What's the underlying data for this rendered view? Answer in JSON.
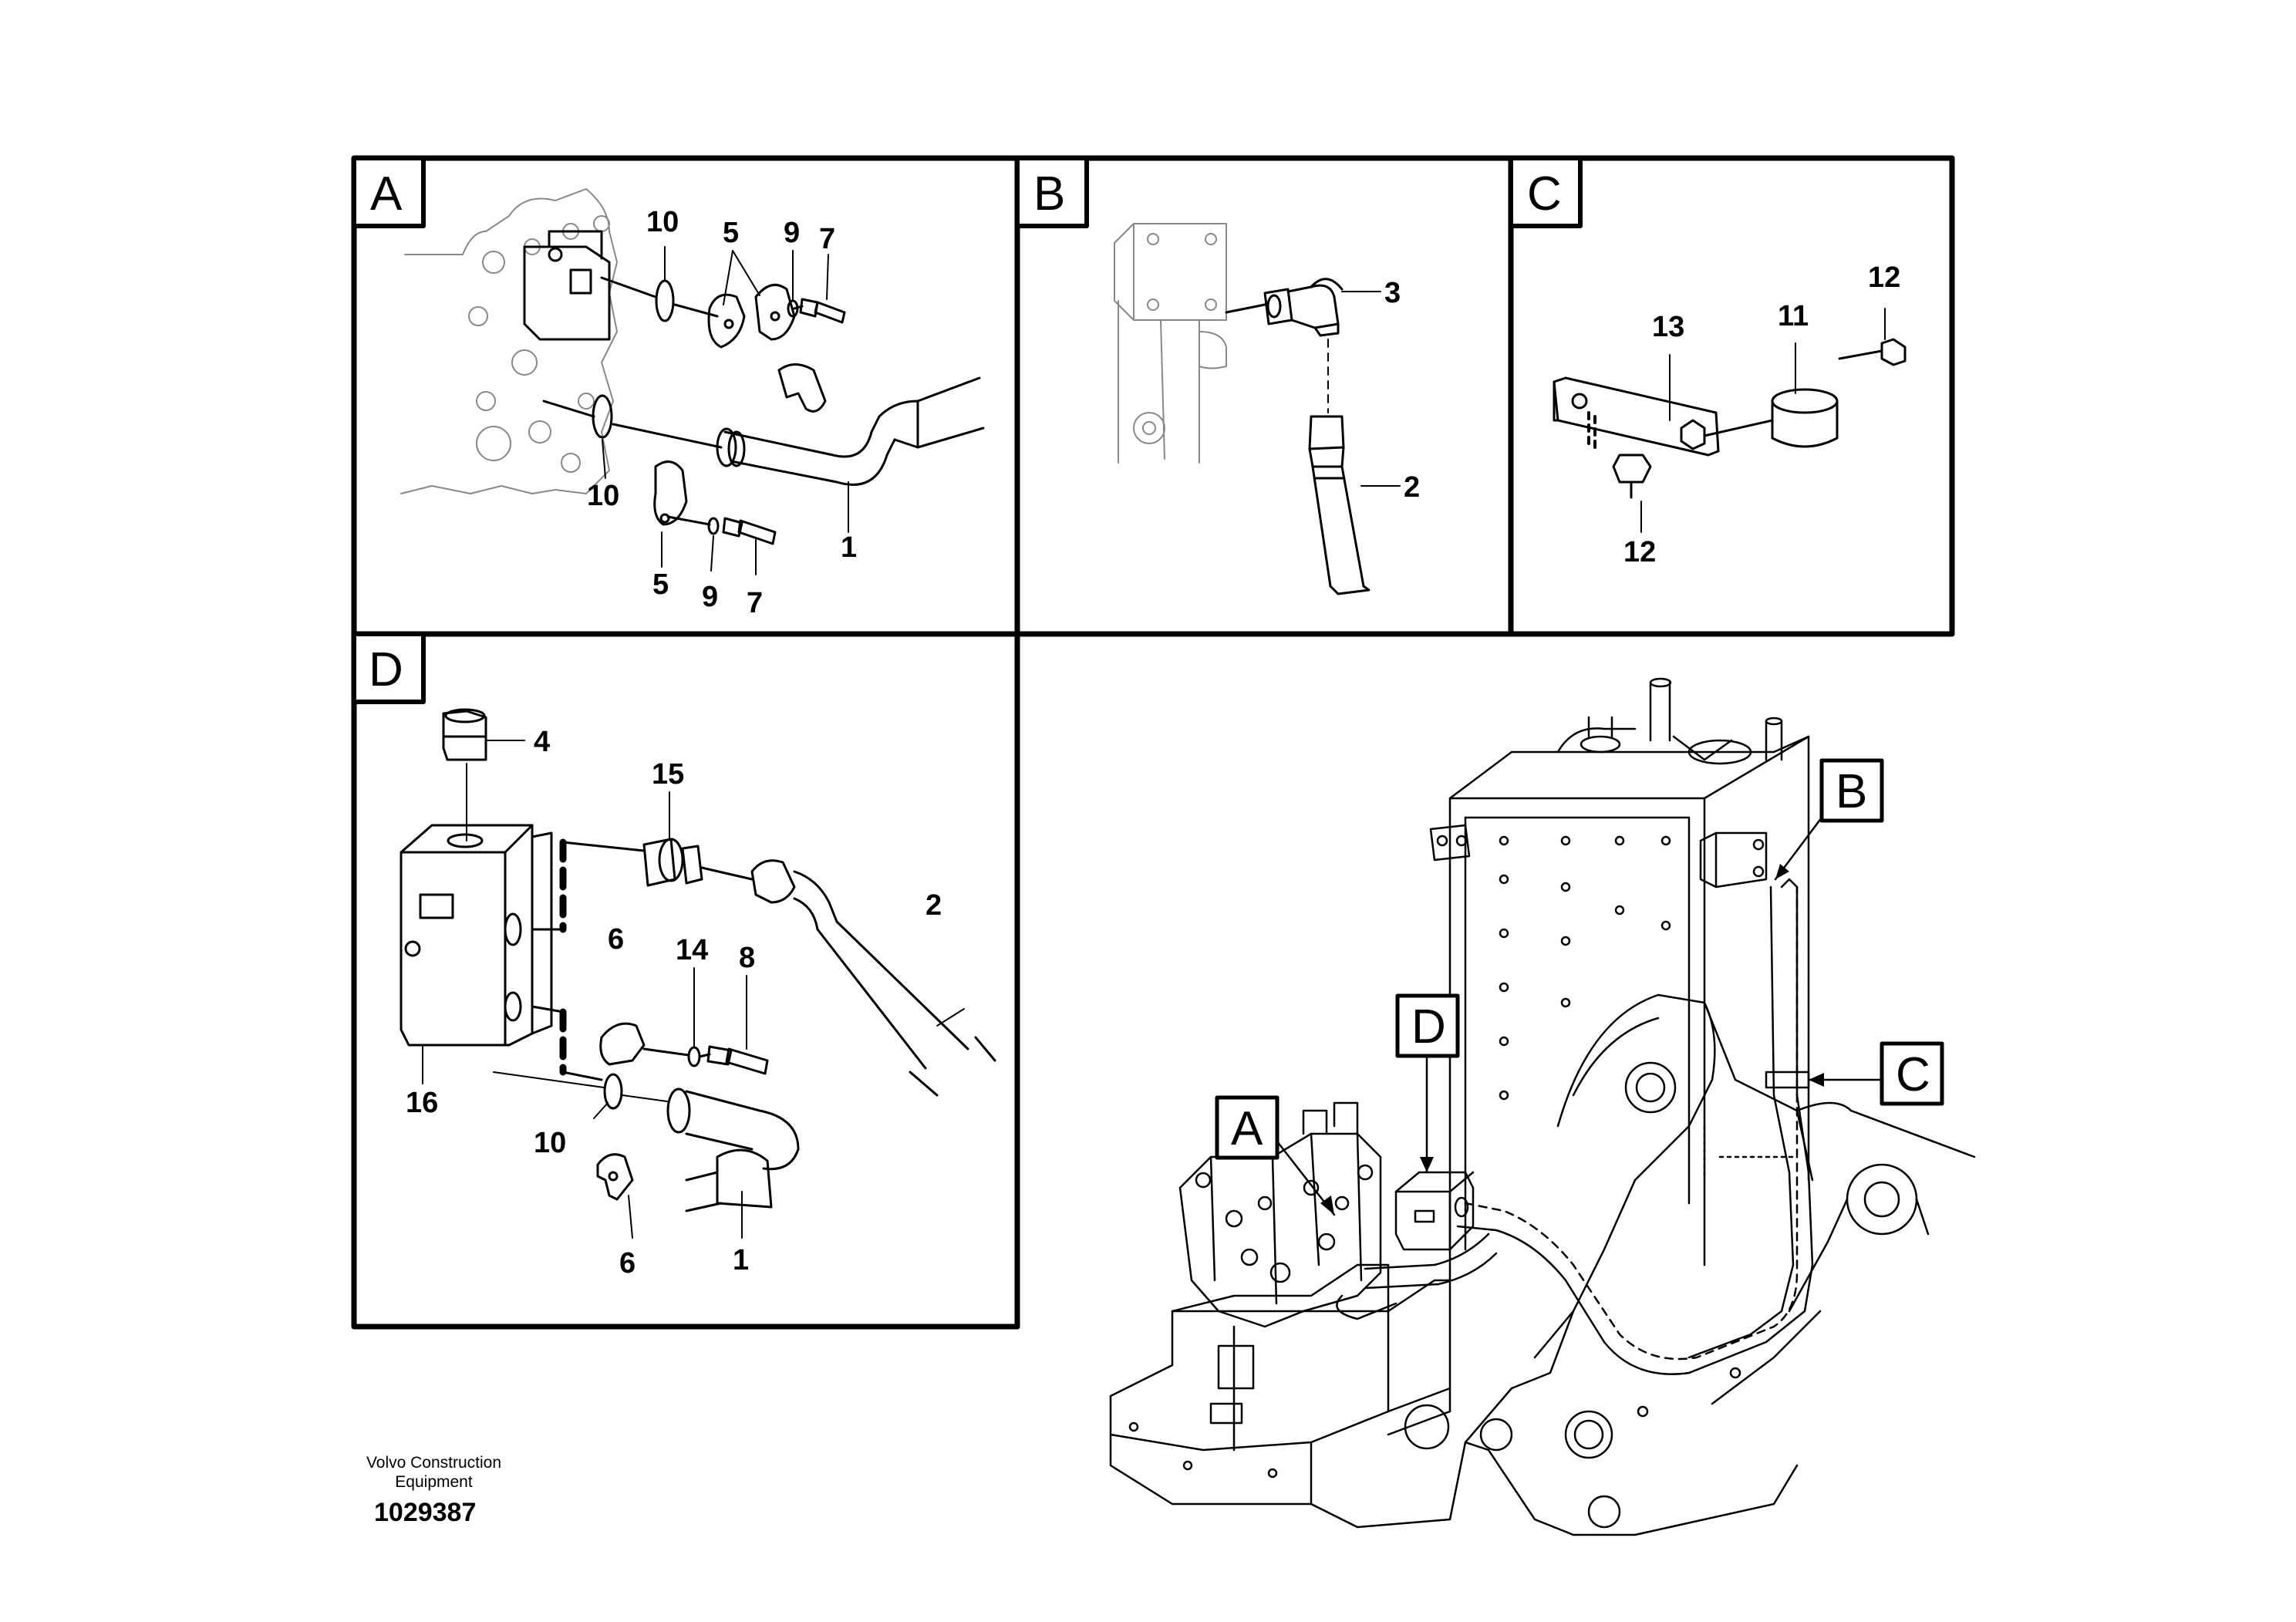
{
  "sections": {
    "a": "A",
    "b": "B",
    "c": "C",
    "d": "D"
  },
  "callouts": {
    "a": "A",
    "b": "B",
    "c": "C",
    "d": "D"
  },
  "panel_a": {
    "n10_top": "10",
    "n5_top": "5",
    "n9_top": "9",
    "n7_top": "7",
    "n10_bottom": "10",
    "n1": "1",
    "n5_bottom": "5",
    "n9_bottom": "9",
    "n7_bottom": "7"
  },
  "panel_b": {
    "n3": "3",
    "n2": "2"
  },
  "panel_c": {
    "n13": "13",
    "n11": "11",
    "n12_top": "12",
    "n12_bottom": "12"
  },
  "panel_d": {
    "n4": "4",
    "n15": "15",
    "n2": "2",
    "n6_top": "6",
    "n14": "14",
    "n8": "8",
    "n16": "16",
    "n10": "10",
    "n6_bottom": "6",
    "n1": "1"
  },
  "footer": {
    "brand_line1": "Volvo Construction",
    "brand_line2": "Equipment",
    "doc_number": "1029387"
  }
}
